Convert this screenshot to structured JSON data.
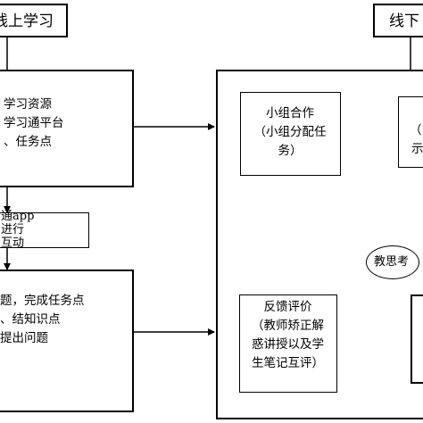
{
  "diagram": {
    "online_header": "线上学习",
    "offline_header": "线下",
    "online_box1": [
      "学习资源",
      "学习通平台",
      "、任务点"
    ],
    "online_box2": [
      "通app",
      "进行",
      "互动"
    ],
    "online_box3": [
      "题，完成任务点",
      "、结知识点",
      "提出问题"
    ],
    "group_box": [
      "小组合作",
      "（小组分配任",
      "务）"
    ],
    "right_box_partial": [
      "（",
      "示"
    ],
    "teacher_node": "教思考",
    "feedback_box": [
      "反馈评价",
      "（教师矫正解",
      "惑讲授以及学",
      "生笔记互评）"
    ]
  }
}
